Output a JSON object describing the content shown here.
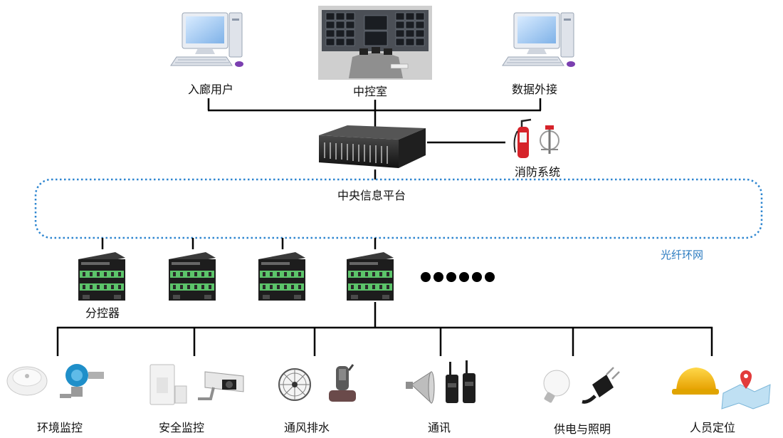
{
  "top": {
    "corridor_user": "入廊用户",
    "control_room": "中控室",
    "external_data": "数据外接"
  },
  "center": {
    "platform": "中央信息平台",
    "fire_system": "消防系统",
    "fiber_ring": "光纤环网"
  },
  "controllers": {
    "label": "分控器",
    "count": 4,
    "more_dots": 6
  },
  "subsystems": [
    {
      "label": "环境监控"
    },
    {
      "label": "安全监控"
    },
    {
      "label": "通风排水"
    },
    {
      "label": "通讯"
    },
    {
      "label": "供电与照明"
    },
    {
      "label": "人员定位"
    }
  ],
  "colors": {
    "line": "#000000",
    "ring": "#2e86d0",
    "ring_text": "#2b7bc0",
    "controller_green": "#5cc46a",
    "device_dark": "#2b2b2b",
    "monitor_blue": "#9fc7f2"
  }
}
